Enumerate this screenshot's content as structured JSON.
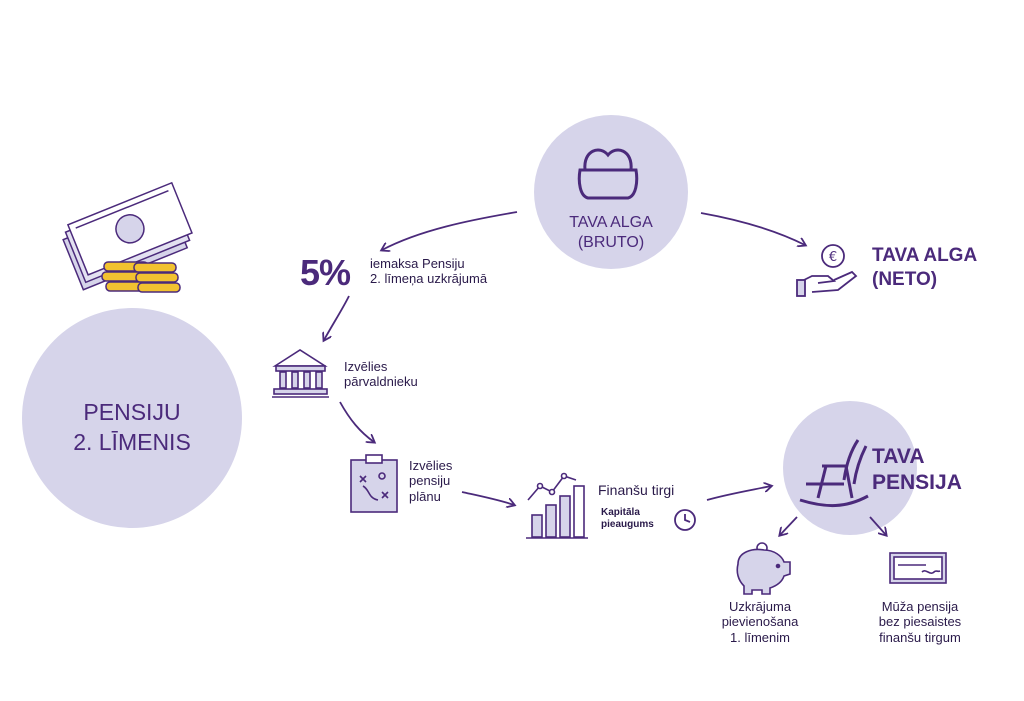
{
  "colors": {
    "circle_fill": "#d6d4ea",
    "primary": "#4b2a7b",
    "line": "#4b2a7b",
    "coin": "#f2c230",
    "text": "#2a1a4a"
  },
  "pension": {
    "line1": "PENSIJU",
    "line2": "2. LĪMENIS"
  },
  "salary_gross": {
    "line1": "TAVA ALGA",
    "line2": "(BRUTO)"
  },
  "salary_net": {
    "line1": "TAVA ALGA",
    "line2": "(NETO)"
  },
  "contribution": {
    "percent": "5%",
    "line1": "iemaksa Pensiju",
    "line2": "2. līmeņa uzkrājumā"
  },
  "manager": {
    "line1": "Izvēlies",
    "line2": "pārvaldnieku"
  },
  "plan": {
    "line1": "Izvēlies",
    "line2": "pensiju",
    "line3": "plānu"
  },
  "market": {
    "title": "Finanšu tirgi",
    "sub1": "Kapitāla",
    "sub2": "pieaugums"
  },
  "your_pension": {
    "line1": "TAVA",
    "line2": "PENSIJA"
  },
  "option_savings": {
    "line1": "Uzkrājuma",
    "line2": "pievienošana",
    "line3": "1. līmenim"
  },
  "option_annuity": {
    "line1": "Mūža pensija",
    "line2": "bez piesaistes",
    "line3": "finanšu tirgum"
  },
  "icons": [
    "money-coins-icon",
    "purse-icon",
    "euro-hand-icon",
    "bank-icon",
    "clipboard-plan-icon",
    "chart-growth-icon",
    "clock-icon",
    "rocking-chair-icon",
    "piggy-bank-icon",
    "cheque-icon"
  ]
}
